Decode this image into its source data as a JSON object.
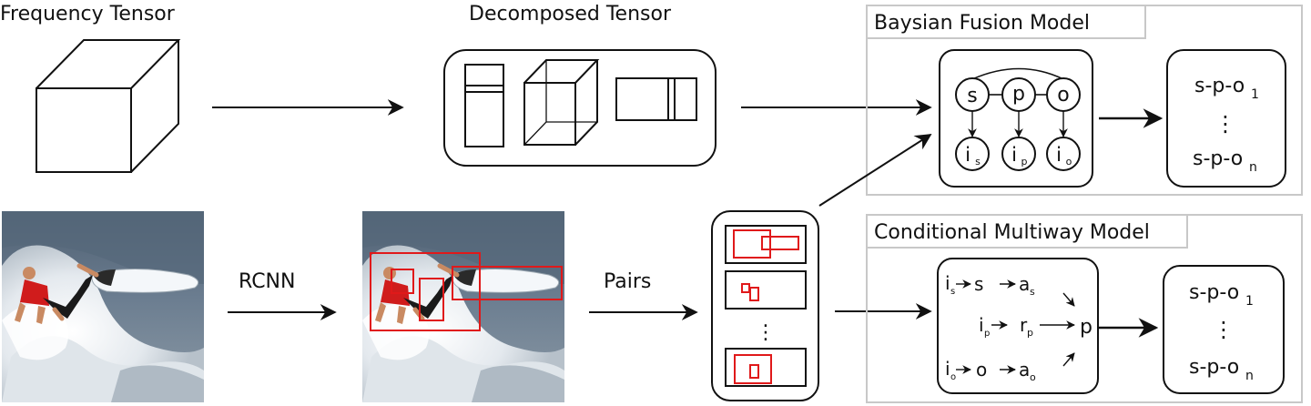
{
  "labels": {
    "frequency_tensor": "Frequency Tensor",
    "decomposed_tensor": "Decomposed Tensor",
    "rcnn": "RCNN",
    "pairs": "Pairs",
    "pairs_ellipsis": "⋮"
  },
  "bayesian_panel": {
    "title": "Baysian Fusion Model",
    "nodes": {
      "s": "s",
      "p": "p",
      "o": "o"
    },
    "image_nodes": [
      {
        "base": "i",
        "sub": "s"
      },
      {
        "base": "i",
        "sub": "p"
      },
      {
        "base": "i",
        "sub": "o"
      }
    ],
    "output": {
      "top_base": "s-p-o",
      "top_sub": "1",
      "ellipsis": "⋮",
      "bottom_base": "s-p-o",
      "bottom_sub": "n"
    }
  },
  "multiway_panel": {
    "title": "Conditional Multiway Model",
    "rows": [
      {
        "i_sub": "s",
        "mid": "s",
        "a_base": "a",
        "a_sub": "s"
      },
      {
        "i_sub": "p",
        "mid": "r",
        "mid_sub": "p",
        "a_base": "",
        "a_sub": ""
      },
      {
        "i_sub": "o",
        "mid": "o",
        "a_base": "a",
        "a_sub": "o"
      }
    ],
    "target": "p",
    "output": {
      "top_base": "s-p-o",
      "top_sub": "1",
      "ellipsis": "⋮",
      "bottom_base": "s-p-o",
      "bottom_sub": "n"
    }
  },
  "colors": {
    "stroke": "#111111",
    "panel_border": "#c8c8c8",
    "box_red": "#e0191a",
    "sea": "#5d6f84",
    "foam": "#e9edf0",
    "board": "#f2f5f8",
    "shirt": "#d01c1c",
    "skin": "#c98a62",
    "shorts": "#1a1a1a"
  }
}
